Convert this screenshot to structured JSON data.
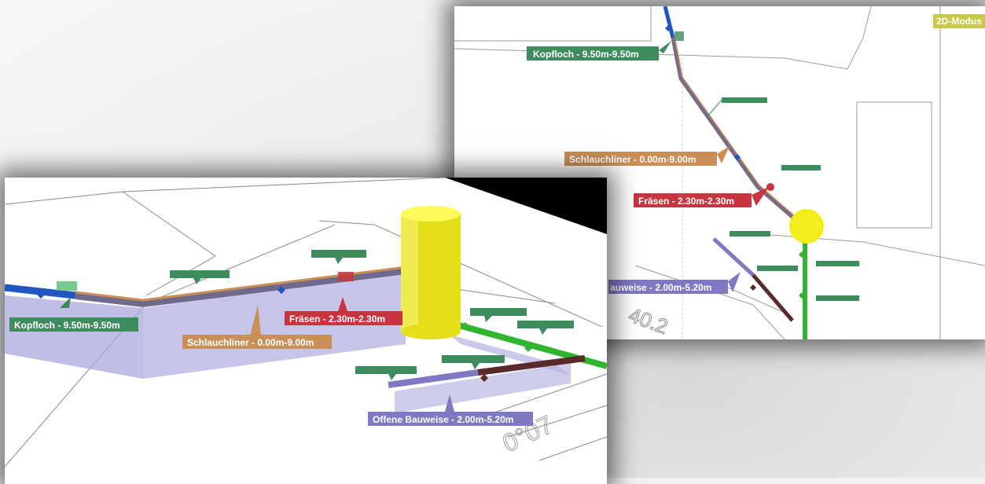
{
  "view_2d": {
    "mode_badge": "2D-Modus",
    "labels": {
      "kopfloch": "Kopfloch - 9.50m-9.50m",
      "schlauchliner": "Schlauchliner - 0.00m-9.00m",
      "fraesen": "Fräsen - 2.30m-2.30m",
      "bauweise": "auweise - 2.00m-5.20m"
    },
    "background_text": "40.2"
  },
  "view_3d": {
    "labels": {
      "kopfloch": "Kopfloch - 9.50m-9.50m",
      "schlauchliner": "Schlauchliner - 0.00m-9.00m",
      "fraesen": "Fräsen - 2.30m-2.30m",
      "offene_bauweise": "Offene Bauweise - 2.00m-5.20m"
    }
  },
  "colors": {
    "kopfloch": "#3e8b5e",
    "schlauchliner": "#c98f57",
    "fraesen": "#c9343f",
    "offene_bauweise": "#7f79c4",
    "pipe_blue": "#1f56c0",
    "pipe_green": "#2fb52f",
    "manhole_yellow": "#f2ee1c"
  }
}
